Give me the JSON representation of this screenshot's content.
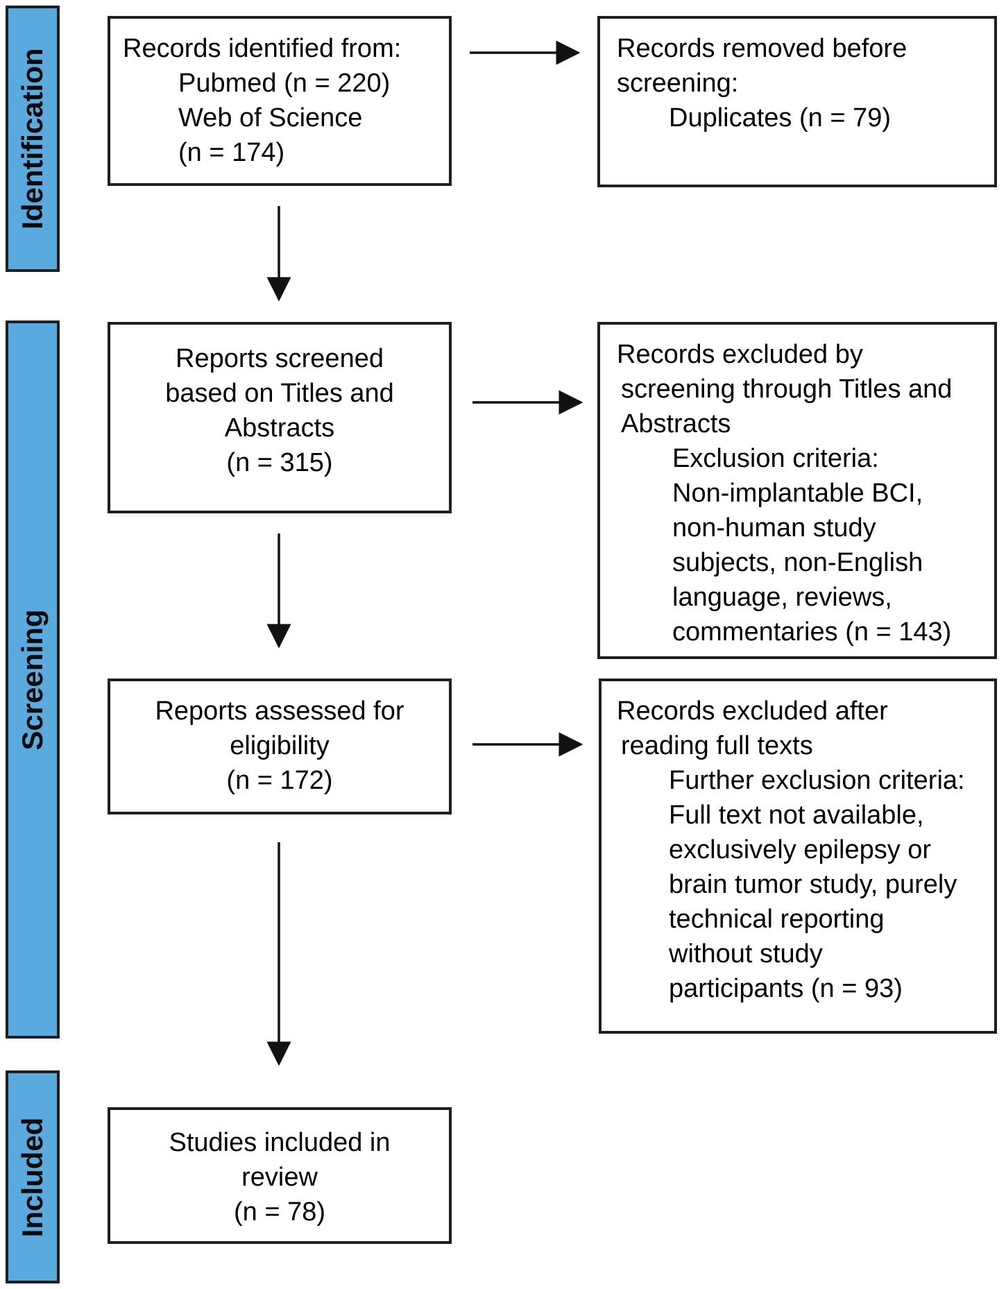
{
  "phases": {
    "identification": "Identification",
    "screening": "Screening",
    "included": "Included"
  },
  "boxes": {
    "records_identified": {
      "title": "Records identified from:",
      "pubmed": "Pubmed (n = 220)",
      "wos": "Web of Science",
      "wos_count": "(n = 174)"
    },
    "records_removed": {
      "line1": "Records removed before",
      "line2": "screening:",
      "duplicates": "Duplicates (n = 79)"
    },
    "reports_screened": {
      "line1": "Reports screened",
      "line2": "based on Titles and",
      "line3": "Abstracts",
      "count": "(n = 315)"
    },
    "records_excluded_screening": {
      "line1": "Records excluded by",
      "line2": "screening through Titles and",
      "line3": "Abstracts",
      "criteria_title": "Exclusion criteria:",
      "c1": "Non-implantable BCI,",
      "c2": "non-human study",
      "c3": "subjects, non-English",
      "c4": "language, reviews,",
      "c5": "commentaries (n = 143)"
    },
    "reports_assessed": {
      "line1": "Reports assessed for",
      "line2": "eligibility",
      "count": "(n = 172)"
    },
    "records_excluded_fulltext": {
      "line1": "Records excluded after",
      "line2": "reading full texts",
      "criteria_title": "Further exclusion criteria:",
      "c1": "Full text not available,",
      "c2": "exclusively epilepsy or",
      "c3": "brain tumor study, purely",
      "c4": "technical reporting",
      "c5": "without study",
      "c6": "participants (n = 93)"
    },
    "studies_included": {
      "line1": "Studies included in",
      "line2": "review",
      "count": "(n = 78)"
    }
  },
  "colors": {
    "phase_fill": "#5aaae0",
    "border": "#1f1f1f"
  }
}
